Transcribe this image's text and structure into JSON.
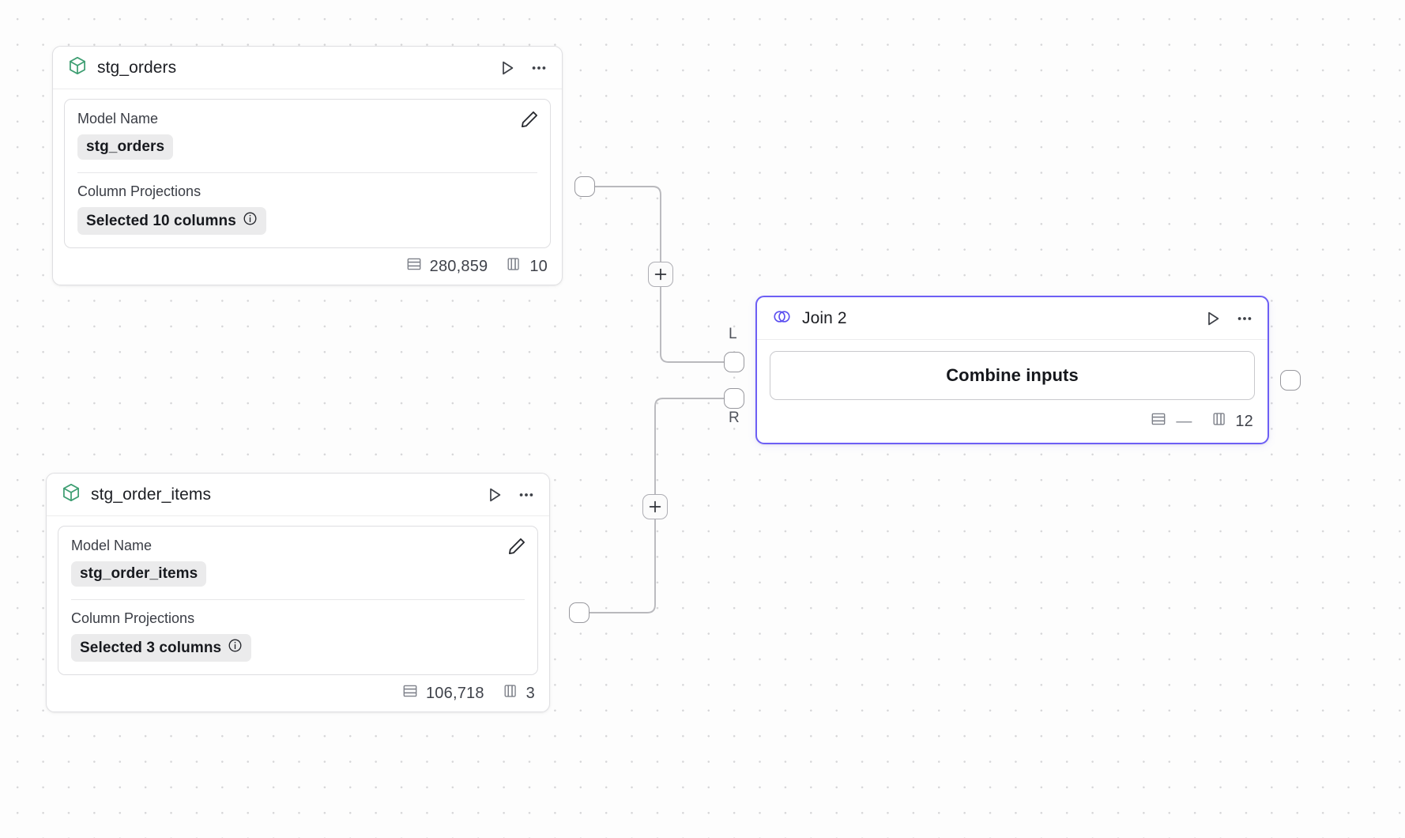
{
  "canvas": {
    "background_color": "#fdfdfd",
    "dot_color": "#d6d6d8",
    "edge_color": "#b9b9bd",
    "accent_color": "#6d5ff5",
    "model_icon_color": "#3e9e72"
  },
  "nodes": [
    {
      "id": "stg_orders",
      "type": "model",
      "icon": "cube-icon",
      "title": "stg_orders",
      "selected": false,
      "actions": {
        "run_label": "run-icon",
        "menu_label": "more-options-icon"
      },
      "fields": [
        {
          "label": "Model Name",
          "value": "stg_orders",
          "has_info": false
        },
        {
          "label": "Column Projections",
          "value": "Selected 10 columns",
          "has_info": true
        }
      ],
      "footer": {
        "rows_icon": "rows-icon",
        "rows": "280,859",
        "cols_icon": "columns-icon",
        "cols": "10"
      }
    },
    {
      "id": "stg_order_items",
      "type": "model",
      "icon": "cube-icon",
      "title": "stg_order_items",
      "selected": false,
      "actions": {
        "run_label": "run-icon",
        "menu_label": "more-options-icon"
      },
      "fields": [
        {
          "label": "Model Name",
          "value": "stg_order_items",
          "has_info": false
        },
        {
          "label": "Column Projections",
          "value": "Selected 3 columns",
          "has_info": true
        }
      ],
      "footer": {
        "rows_icon": "rows-icon",
        "rows": "106,718",
        "cols_icon": "columns-icon",
        "cols": "3"
      }
    },
    {
      "id": "join_2",
      "type": "join",
      "icon": "venn-icon",
      "title": "Join 2",
      "selected": true,
      "actions": {
        "run_label": "run-icon",
        "menu_label": "more-options-icon"
      },
      "primary_button": "Combine inputs",
      "input_port_labels": {
        "left": "L",
        "right": "R"
      },
      "footer": {
        "rows_icon": "rows-icon",
        "rows": "—",
        "cols_icon": "columns-icon",
        "cols": "12"
      }
    }
  ],
  "edges": [
    {
      "from": "stg_orders",
      "to": "join_2",
      "to_port": "L",
      "add_button": "+"
    },
    {
      "from": "stg_order_items",
      "to": "join_2",
      "to_port": "R",
      "add_button": "+"
    }
  ],
  "labels": {
    "add_node_button": "+",
    "port_left": "L",
    "port_right": "R"
  }
}
